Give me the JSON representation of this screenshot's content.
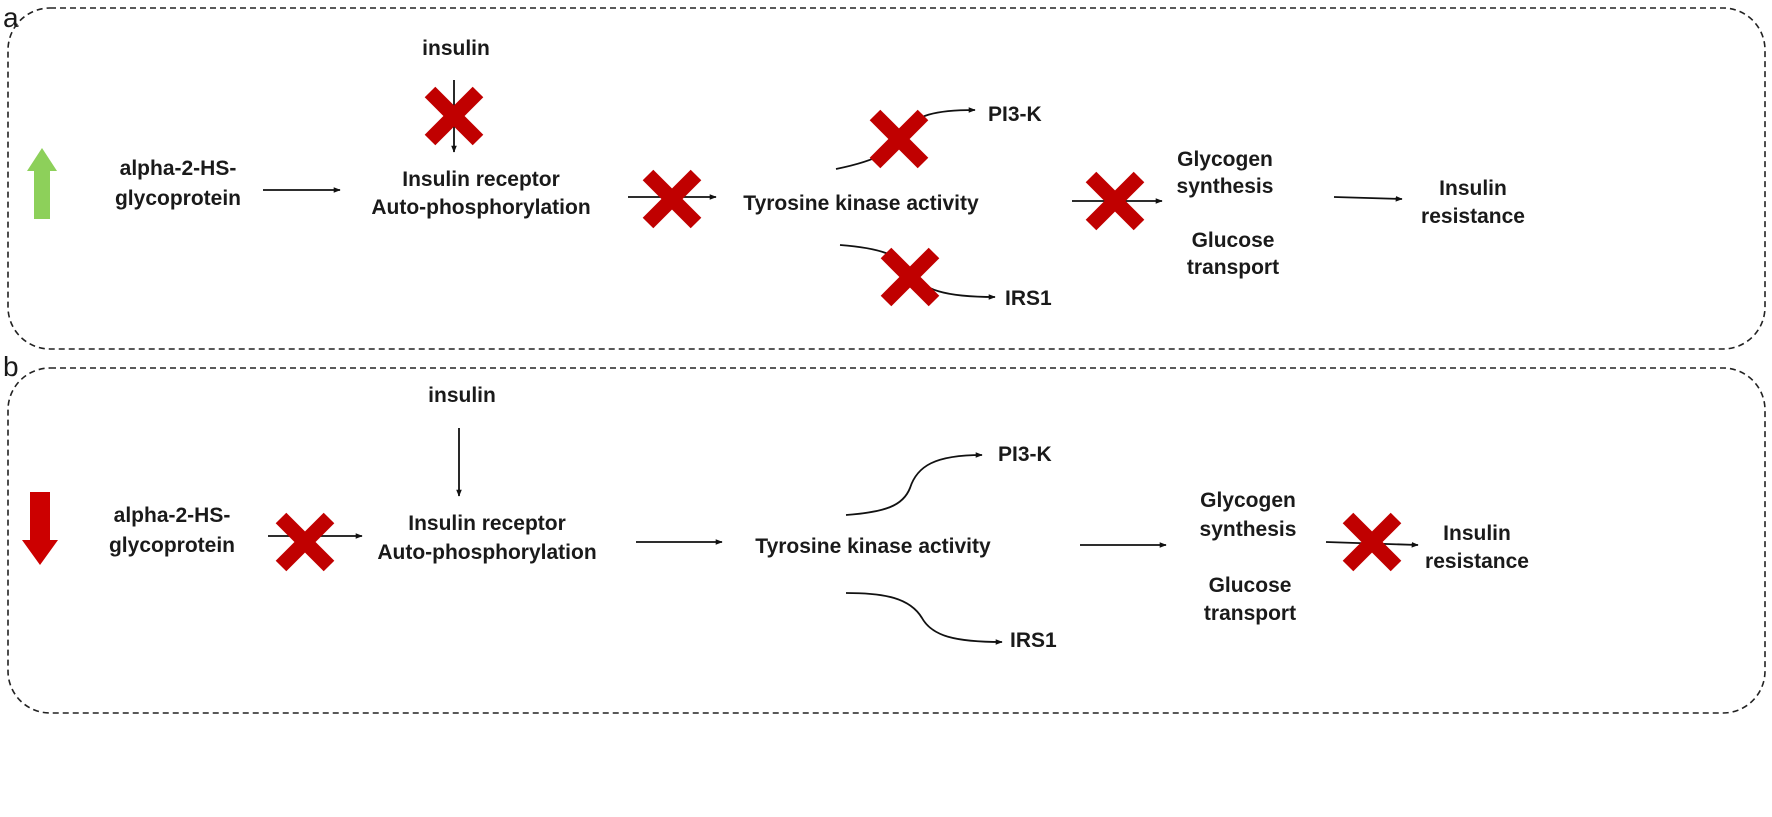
{
  "colors": {
    "up_arrow": "#8dd05a",
    "down_arrow": "#cc0000",
    "block_mark": "#c00000"
  },
  "icons": {
    "up_arrow": "arrow-up-icon",
    "down_arrow": "arrow-down-icon",
    "block_mark": "cross-x-icon"
  },
  "panels": [
    {
      "letter": "a",
      "direction": "increased",
      "insulin": "insulin",
      "protein": [
        "alpha-2-HS-",
        "glycoprotein"
      ],
      "receptor": [
        "Insulin receptor",
        "Auto-phosphorylation"
      ],
      "kinase": "Tyrosine kinase activity",
      "pi3k": "PI3-K",
      "irs1": "IRS1",
      "glycogen": [
        "Glycogen",
        "synthesis"
      ],
      "glucose": [
        "Glucose",
        "transport"
      ],
      "resistance": [
        "Insulin",
        "resistance"
      ],
      "blocked_steps": [
        "insulin-to-receptor",
        "receptor-to-kinase",
        "kinase-to-pi3k",
        "kinase-to-irs1",
        "kinase-to-glycogen"
      ]
    },
    {
      "letter": "b",
      "direction": "decreased",
      "insulin": "insulin",
      "protein": [
        "alpha-2-HS-",
        "glycoprotein"
      ],
      "receptor": [
        "Insulin receptor",
        "Auto-phosphorylation"
      ],
      "kinase": "Tyrosine kinase activity",
      "pi3k": "PI3-K",
      "irs1": "IRS1",
      "glycogen": [
        "Glycogen",
        "synthesis"
      ],
      "glucose": [
        "Glucose",
        "transport"
      ],
      "resistance": [
        "Insulin",
        "resistance"
      ],
      "blocked_steps": [
        "protein-to-receptor",
        "glycogen-to-resistance"
      ]
    }
  ]
}
